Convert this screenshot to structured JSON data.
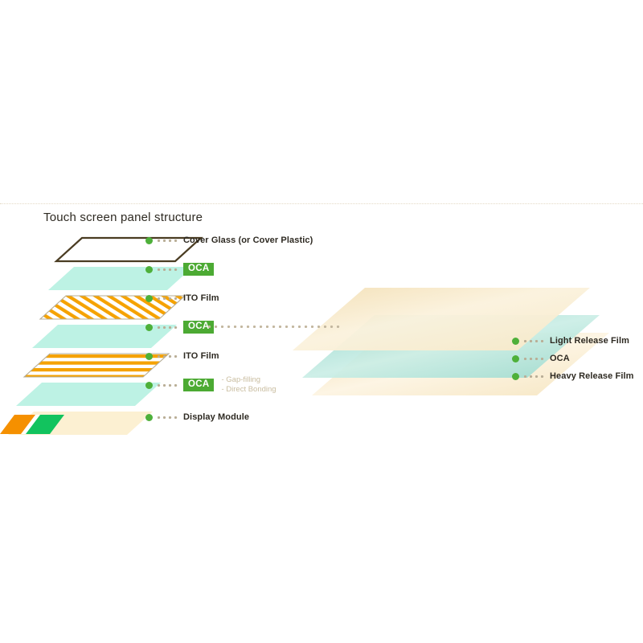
{
  "figure": {
    "title": "Touch screen panel structure",
    "background": "#ffffff",
    "accent_green": "#4caa33",
    "dot_green": "#4eb03a",
    "label_color": "#2e2a22",
    "sub_label_color": "#c9bda0",
    "lead_dot_color": "#b9ae96"
  },
  "left_diagram": {
    "name": "touch-screen-panel-stack",
    "layers": [
      {
        "id": "cover-glass",
        "label": "Cover Glass (or Cover Plastic)",
        "type": "label",
        "shape": "outline-parallelogram",
        "fill": "none",
        "stroke": "#4a3c22"
      },
      {
        "id": "oca-1",
        "label": "OCA",
        "type": "badge",
        "shape": "filled-parallelogram",
        "fill": "#bdf2e4",
        "stroke": "none"
      },
      {
        "id": "ito-film-1",
        "label": "ITO Film",
        "type": "label",
        "shape": "striped-parallelogram",
        "fill": "#ffffff",
        "stroke": "#b6ad96",
        "stripe_color": "#f5a200",
        "stripe_direction": "diagonal"
      },
      {
        "id": "oca-2",
        "label": "OCA",
        "type": "badge",
        "shape": "filled-parallelogram",
        "fill": "#bdf2e4",
        "stroke": "none",
        "has_connector": true
      },
      {
        "id": "ito-film-2",
        "label": "ITO Film",
        "type": "label",
        "shape": "striped-parallelogram",
        "fill": "#ffffff",
        "stroke": "#b6ad96",
        "stripe_color": "#f5a200",
        "stripe_direction": "horizontal"
      },
      {
        "id": "oca-3",
        "label": "OCA",
        "type": "badge",
        "shape": "filled-parallelogram",
        "fill": "#bdf2e4",
        "stroke": "none",
        "notes": [
          "- Gap-filling",
          "- Direct Bonding"
        ]
      },
      {
        "id": "display-module",
        "label": "Display Module",
        "type": "label",
        "shape": "filled-parallelogram",
        "fill": "#fcf0d2",
        "stroke": "none",
        "flex_tabs": [
          "#f59000",
          "#12c35e"
        ]
      }
    ]
  },
  "right_diagram": {
    "name": "oca-film-stack",
    "layers": [
      {
        "id": "light-release-film",
        "label": "Light Release Film",
        "fill_top": "#f6e4bd",
        "fill_bottom": "#fdf6e4"
      },
      {
        "id": "oca",
        "label": "OCA",
        "fill_top": "#9ed9cf",
        "fill_bottom": "#d9f2ea"
      },
      {
        "id": "heavy-release-film",
        "label": "Heavy Release Film",
        "fill_top": "#f3ddb5",
        "fill_bottom": "#fdf4e0"
      }
    ]
  }
}
